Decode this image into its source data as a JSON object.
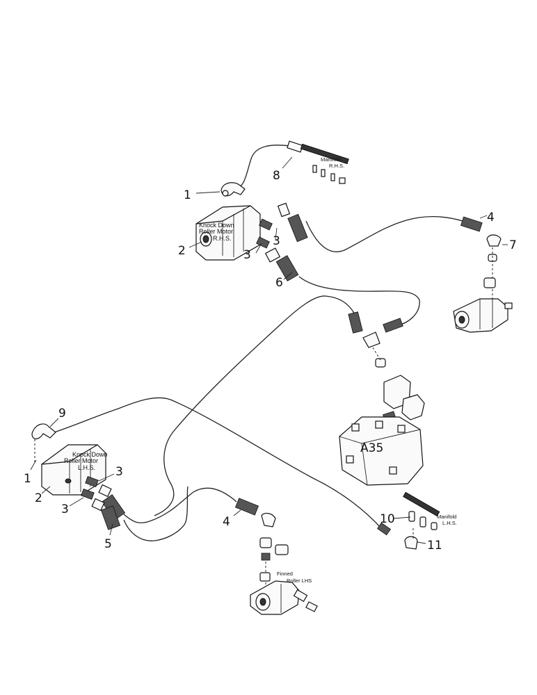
{
  "callouts": {
    "c1_top": "1",
    "c2_top": "2",
    "c3_top_a": "3",
    "c3_top_b": "3",
    "c4_top": "4",
    "c6": "6",
    "c7": "7",
    "c8": "8",
    "c9": "9",
    "c1_bottom": "1",
    "c2_bottom": "2",
    "c3_bottom_a": "3",
    "c3_bottom_b": "3",
    "c4_bottom": "4",
    "c5": "5",
    "c10": "10",
    "c11": "11"
  },
  "labels": {
    "manifold_rhs_line1": "Manifold",
    "manifold_rhs_line2": "R.H.S.",
    "motor_rhs_line1": "Knock Down",
    "motor_rhs_line2": "Roller Motor",
    "motor_rhs_line3": "R.H.S.",
    "motor_lhs_line1": "Knock Down",
    "motor_lhs_line2": "Roller Motor",
    "motor_lhs_line3": "L.H.S.",
    "valve_label": "A35",
    "manifold_lhs_line1": "Manifold",
    "manifold_lhs_line2": "L.H.S.",
    "finned_line1": "Finned",
    "finned_line2": "Roller LHS"
  }
}
